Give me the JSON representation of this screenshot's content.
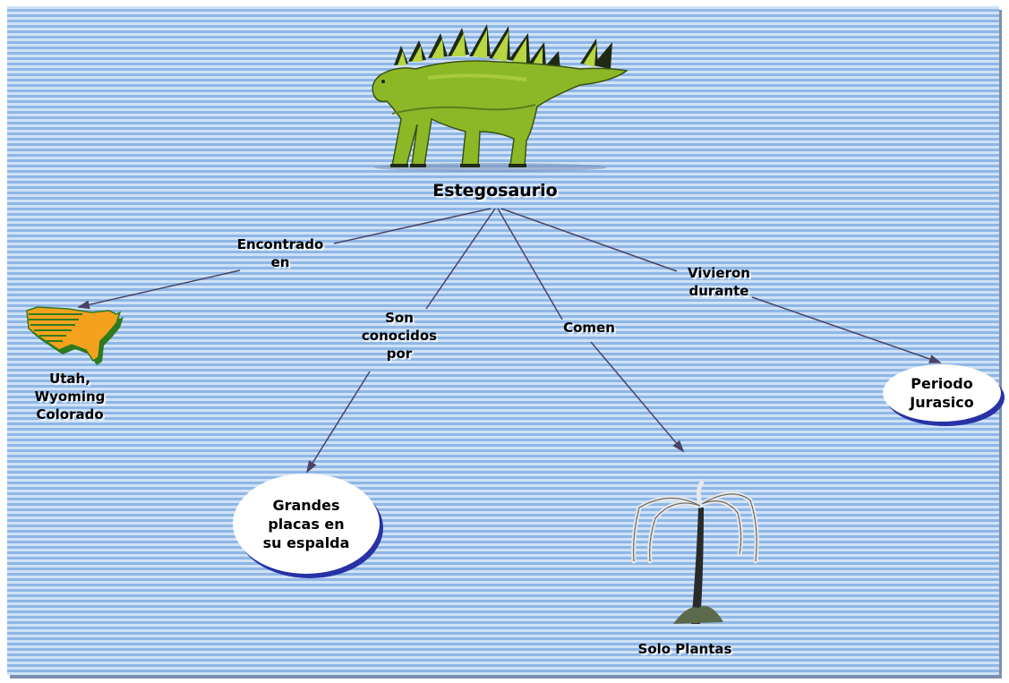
{
  "map": {
    "center": "Estegosaurio",
    "links": [
      {
        "label": [
          "Encontrado",
          "en"
        ],
        "target": [
          "Utah,",
          "Wyoming",
          "Colorado"
        ]
      },
      {
        "label": [
          "Son",
          "conocidos",
          "por"
        ],
        "target": [
          "Grandes",
          "placas en",
          "su espalda"
        ]
      },
      {
        "label": [
          "Comen"
        ],
        "target": [
          "Solo Plantas"
        ]
      },
      {
        "label": [
          "Vivieron",
          "durante"
        ],
        "target": [
          "Periodo",
          "Jurasico"
        ]
      }
    ]
  },
  "colors": {
    "background_stripe_light": "#cfe2f6",
    "background_stripe_dark": "#8fb6e6",
    "connector": "#4a4466",
    "oval_shadow": "#2832a6",
    "dinosaur": "#8cb828",
    "map_land": "#f4a21e",
    "map_stripe": "#2f7a1e"
  },
  "icons": [
    "stegosaurus-illustration",
    "usa-map-icon",
    "fern-tree-icon"
  ]
}
